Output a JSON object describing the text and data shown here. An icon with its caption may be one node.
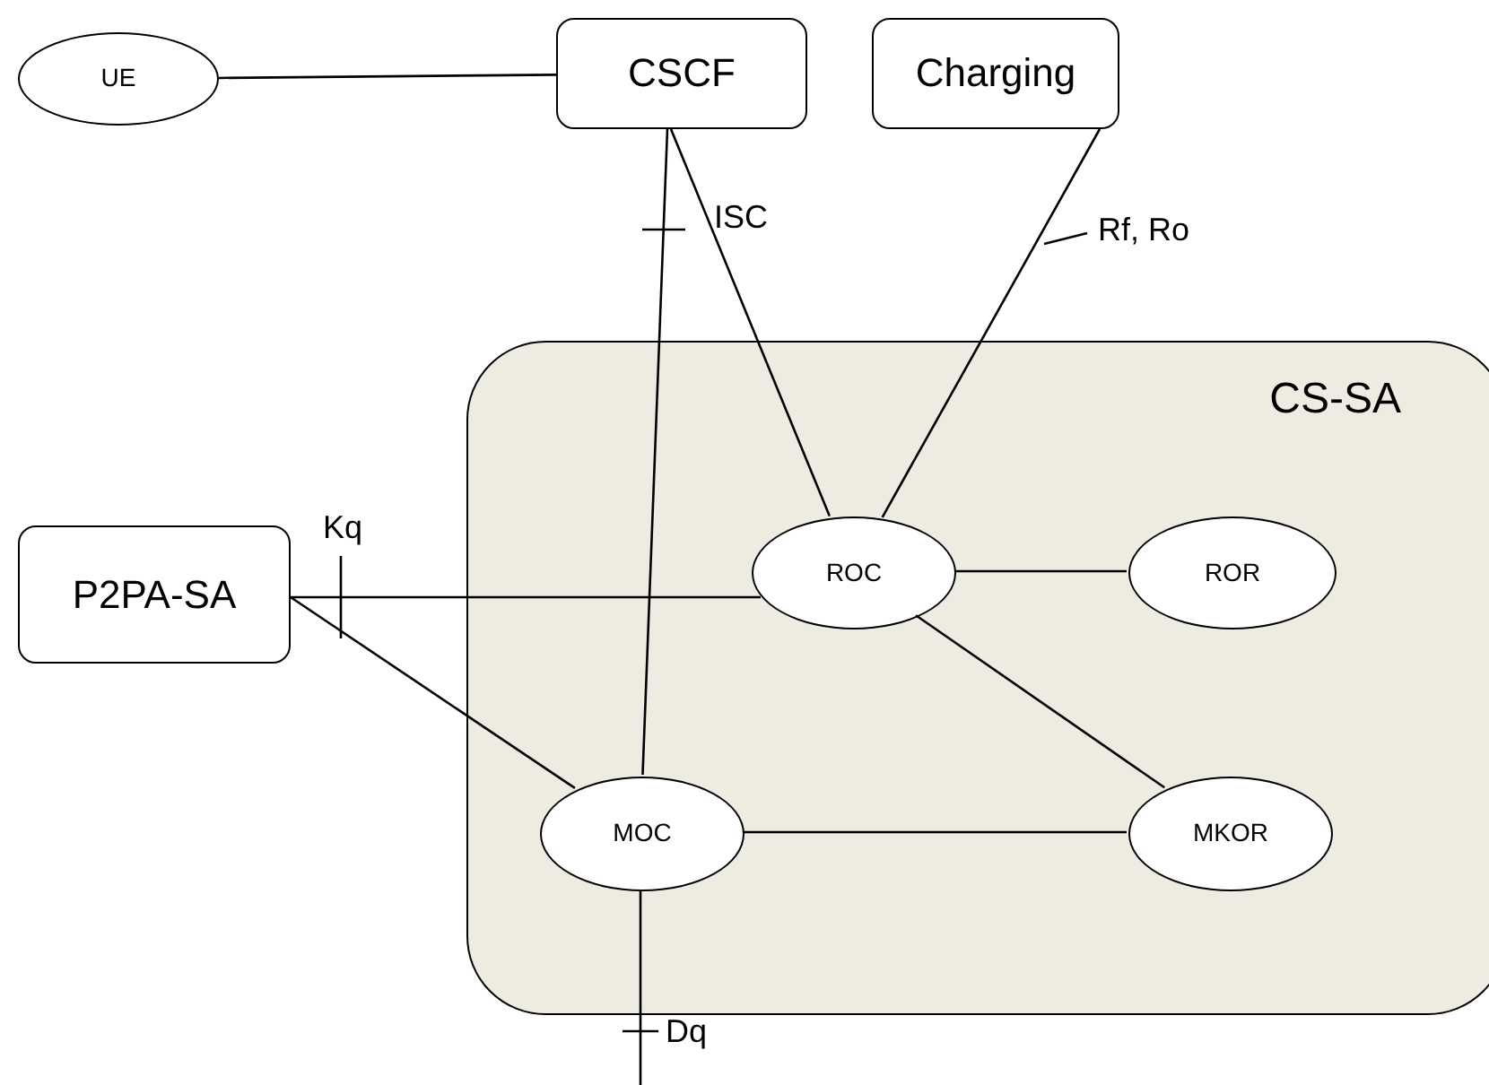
{
  "diagram": {
    "nodes": [
      {
        "text": [
          "UE"
        ]
      },
      {
        "text": [
          "CSCF"
        ]
      },
      {
        "text": [
          "Charging"
        ]
      },
      {
        "text": [
          "CS-SA"
        ]
      },
      {
        "text": [
          "P2PA-SA"
        ]
      },
      {
        "text": [
          "ROC"
        ],
        "in": 3
      },
      {
        "text": [
          "ROR"
        ],
        "in": 3
      },
      {
        "text": [
          "MOC"
        ],
        "in": 3
      },
      {
        "text": [
          "MKOR"
        ],
        "in": 3
      }
    ],
    "edges": [
      {
        "from": 0,
        "to": 1,
        "arrow": "none"
      },
      {
        "from": 1,
        "to": 7,
        "arrow": "none"
      },
      {
        "from": 1,
        "to": 5,
        "arrow": "none",
        "label": "ISC"
      },
      {
        "from": 2,
        "to": 5,
        "arrow": "none",
        "label": "Rf, Ro"
      },
      {
        "from": 4,
        "to": 5,
        "arrow": "none",
        "label": "Kq"
      },
      {
        "from": 4,
        "to": 7,
        "arrow": "none"
      },
      {
        "from": 5,
        "to": 6,
        "arrow": "none"
      },
      {
        "from": 5,
        "to": 8,
        "arrow": "none"
      },
      {
        "from": 7,
        "to": 8,
        "arrow": "none"
      },
      {
        "from": 7,
        "to": null,
        "arrow": "none",
        "label": "Dq"
      }
    ]
  }
}
